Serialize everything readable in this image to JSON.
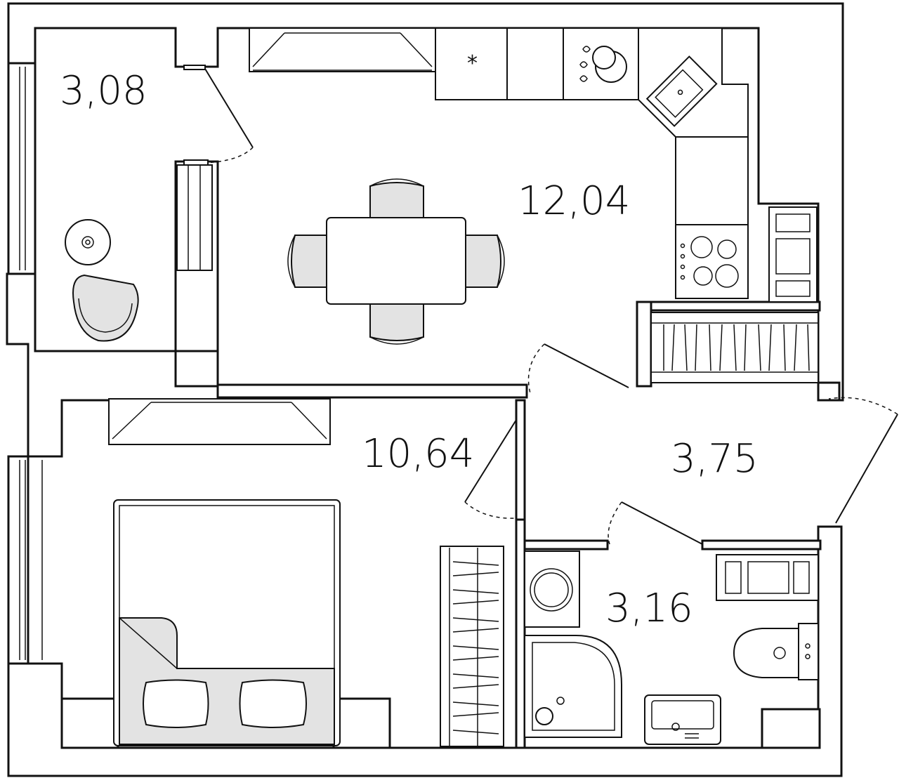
{
  "rooms": [
    {
      "id": "balcony",
      "area": "3,08"
    },
    {
      "id": "kitchen",
      "area": "12,04"
    },
    {
      "id": "bedroom",
      "area": "10,64"
    },
    {
      "id": "hallway",
      "area": "3,75"
    },
    {
      "id": "bathroom",
      "area": "3,16"
    }
  ],
  "colors": {
    "wall": "#111111",
    "background": "#ffffff",
    "furniture_fill": "#e3e3e3"
  }
}
